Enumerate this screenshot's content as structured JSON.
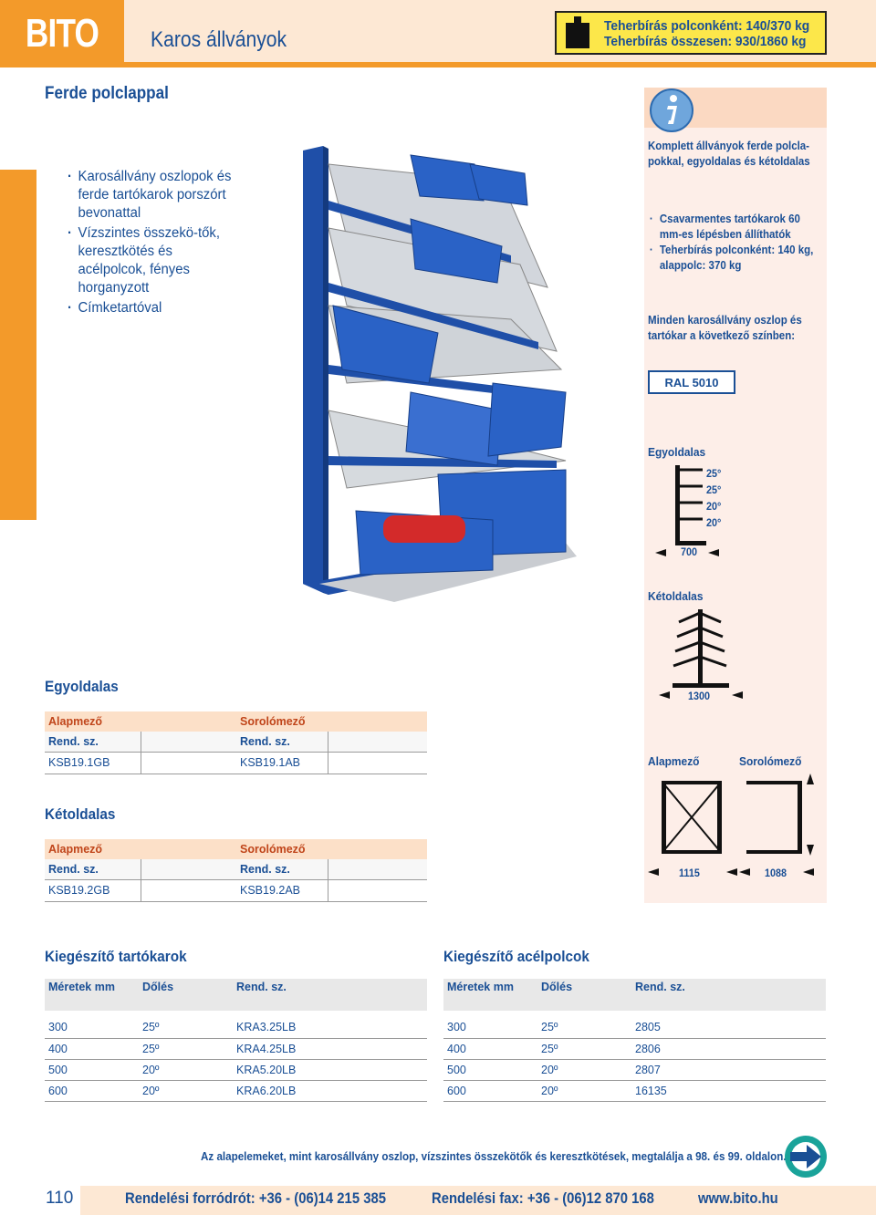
{
  "header": {
    "logo": "BITO",
    "title": "Karos állványok",
    "capacity_line1": "Teherbírás polconként: 140/370 kg",
    "capacity_line2": "Teherbírás összesen: 930/1860 kg"
  },
  "subtitle": "Ferde polclappal",
  "features": [
    "Karosállvány oszlopok és ferde tartókarok porszórt bevonattal",
    "Vízszintes összekö-tők, keresztkötés és acélpolcok, fényes horganyzott",
    "Címketartóval"
  ],
  "info": {
    "intro": "Komplett állványok ferde polcla-pokkal, egyoldalas és kétoldalas",
    "bullets": [
      "Csavarmentes tartókarok 60 mm-es lépésben állíthatók",
      "Teherbírás polconként: 140 kg, alappolc: 370 kg"
    ],
    "color_note": "Minden karosállvány oszlop és tartókar a következő színben:",
    "color": "RAL 5010",
    "single_label": "Egyoldalas",
    "single_angles": [
      "25°",
      "25°",
      "20°",
      "20°"
    ],
    "single_width": "700",
    "double_label": "Kétoldalas",
    "double_width": "1300",
    "base_field_label": "Alapmező",
    "row_field_label": "Sorolómező",
    "base_field_width": "1115",
    "row_field_width": "1088"
  },
  "single_section": {
    "title": "Egyoldalas",
    "base_label": "Alapmező",
    "row_label": "Sorolómező",
    "order_label": "Rend. sz.",
    "base_code": "KSB19.1GB",
    "row_code": "KSB19.1AB"
  },
  "double_section": {
    "title": "Kétoldalas",
    "base_label": "Alapmező",
    "row_label": "Sorolómező",
    "order_label": "Rend. sz.",
    "base_code": "KSB19.2GB",
    "row_code": "KSB19.2AB"
  },
  "arms": {
    "title": "Kiegészítő tartókarok",
    "headers": [
      "Méretek mm",
      "Dőlés",
      "Rend. sz."
    ],
    "rows": [
      [
        "300",
        "25º",
        "KRA3.25LB"
      ],
      [
        "400",
        "25º",
        "KRA4.25LB"
      ],
      [
        "500",
        "20º",
        "KRA5.20LB"
      ],
      [
        "600",
        "20º",
        "KRA6.20LB"
      ]
    ]
  },
  "shelves": {
    "title": "Kiegészítő acélpolcok",
    "headers": [
      "Méretek mm",
      "Dőlés",
      "Rend. sz."
    ],
    "rows": [
      [
        "300",
        "25º",
        "2805"
      ],
      [
        "400",
        "25º",
        "2806"
      ],
      [
        "500",
        "20º",
        "2807"
      ],
      [
        "600",
        "20º",
        "16135"
      ]
    ]
  },
  "footnote": "Az alapelemeket, mint karosállvány oszlop, vízszintes összekötők és keresztkötések, megtalálja a 98. és 99. oldalon.",
  "footer": {
    "page": "110",
    "phone": "Rendelési forródrót: +36 - (06)14 215 385",
    "fax": "Rendelési fax: +36 - (06)12 870 168",
    "web": "www.bito.hu"
  },
  "colors": {
    "brand_orange": "#f39a2a",
    "brand_blue": "#1a4f95",
    "highlight_yellow": "#fce74a"
  }
}
